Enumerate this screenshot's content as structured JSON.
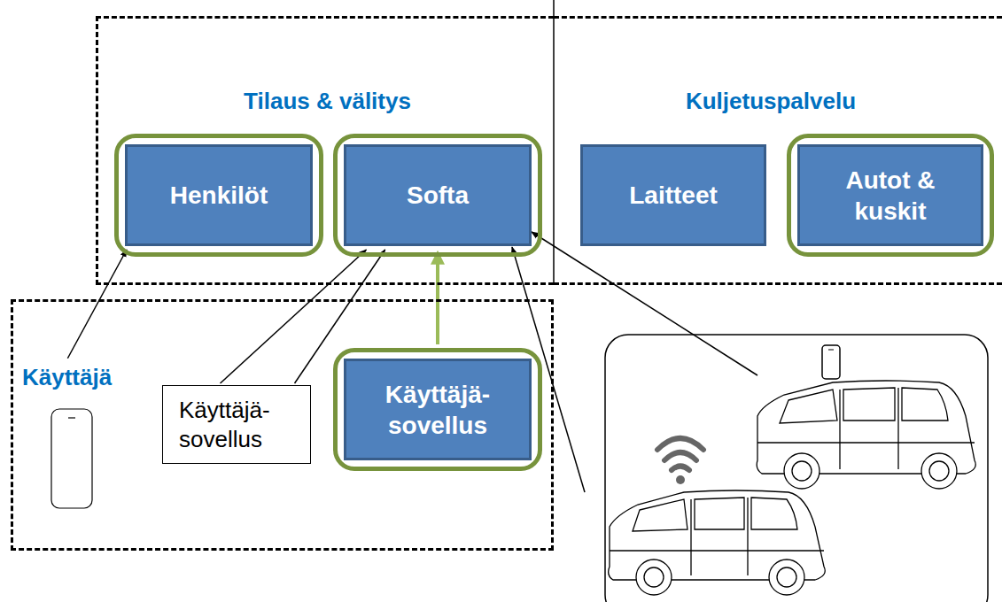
{
  "diagram": {
    "nodes": [
      {
        "text": [
          "Tilaus & välitys"
        ]
      },
      {
        "text": [
          "Henkilöt"
        ],
        "in": 0
      },
      {
        "text": [
          "Softa"
        ],
        "in": 0
      },
      {
        "text": [
          "Kuljetuspalvelu"
        ]
      },
      {
        "text": [
          "Laitteet"
        ],
        "in": 3
      },
      {
        "text": [
          "Autot & kuskit"
        ],
        "in": 3
      },
      {
        "text": [
          "Käyttäjä"
        ]
      },
      {
        "text": [
          "Käyttäjä- sovellus"
        ],
        "in": 6
      },
      {
        "text": [
          "Käyttäjä- sovellus"
        ],
        "in": 6
      }
    ],
    "edges": [
      {
        "from": 6,
        "to": 1,
        "arrow": "to"
      },
      {
        "from": 7,
        "to": 2,
        "arrow": "to"
      },
      {
        "from": 7,
        "to": 2,
        "arrow": "to"
      },
      {
        "from": 8,
        "to": 2,
        "arrow": "to"
      }
    ]
  }
}
